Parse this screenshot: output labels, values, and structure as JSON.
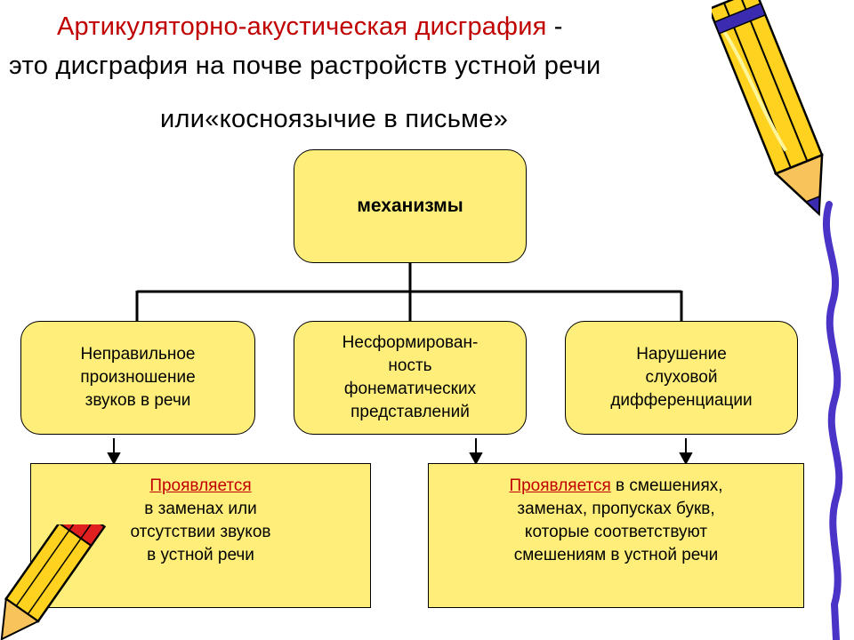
{
  "title": {
    "term": "Артикуляторно-акустическая дисграфия",
    "dash": " -",
    "line2": "это дисграфия на почве растройств устной речи",
    "line3": "или«косноязычие в письме»"
  },
  "diagram": {
    "root": "механизмы",
    "branches": [
      "Неправильное\nпроизношение\nзвуков в речи",
      "Несформирован-\nность\nфонематических\nпредставлений",
      "Нарушение\nслуховой\nдифференциации"
    ],
    "results": [
      {
        "highlight": "Проявляется",
        "text": "\nв заменах или\nотсутствии звуков\nв устной речи"
      },
      {
        "highlight": "Проявляется",
        "text": " в смешениях,\nзаменах, пропусках букв,\nкоторые соответствуют\nсмешениям в устной речи"
      }
    ]
  },
  "colors": {
    "box_fill": "#ffef7a",
    "title_accent": "#c00000",
    "highlight_text": "#c00000",
    "pencil_body": "#ffd21f",
    "pencil_stripes": "#3b2bb0",
    "pencil_red": "#e02020"
  },
  "decorations": [
    "pencil-top-right-icon",
    "pencil-bottom-left-icon"
  ]
}
